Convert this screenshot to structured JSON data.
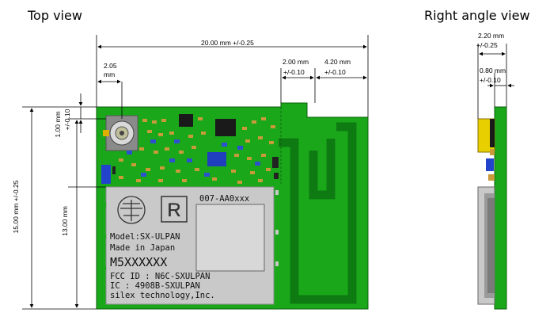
{
  "titles": {
    "top_view": "Top view",
    "right_view": "Right angle view"
  },
  "dimensions": {
    "width_total": "20.00 mm +/-0.25",
    "antenna_offset_value": "2.05",
    "antenna_offset_unit": "mm",
    "notch_width_value": "2.00 mm",
    "notch_width_tol": "+/-0.10",
    "right_width_value": "4.20 mm",
    "right_width_tol": "+/-0.10",
    "top_offset_value": "1.00 mm",
    "top_offset_tol": "+/-0.10",
    "height_total": "15.00 mm +/-0.25",
    "shield_height": "13.00 mm",
    "thickness_value": "2.20 mm",
    "thickness_tol": "+/-0.25",
    "pcb_value": "0.80 mm",
    "pcb_tol": "+/-0.10"
  },
  "shield_label": {
    "part_code": "007-AA0xxx",
    "model": "Model:SX-ULPAN",
    "origin": "Made in Japan",
    "serial": "M5XXXXXX",
    "fcc": "FCC ID : N6C-SXULPAN",
    "ic": "IC : 4908B-SXULPAN",
    "maker": "silex technology,Inc."
  },
  "colors": {
    "pcb": "#1aa81a",
    "trace": "#0d7a12",
    "shield": "#c9c9c9",
    "chip": "#1a1a1a"
  }
}
